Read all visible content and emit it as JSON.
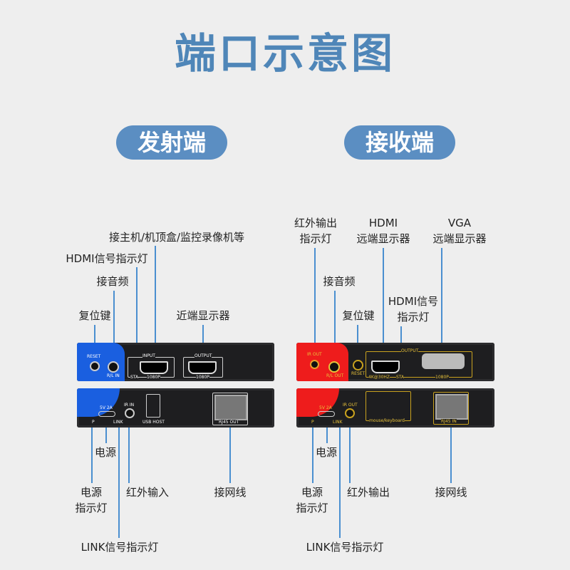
{
  "title": "端口示意图",
  "sections": {
    "tx": "发射端",
    "rx": "接收端"
  },
  "tx": {
    "labels": {
      "host": "接主机/机顶盒/监控录像机等",
      "hdmi_led": "HDMI信号指示灯",
      "audio": "接音频",
      "reset": "复位键",
      "near_display": "近端显示器",
      "power": "电源",
      "power_led_1": "电源",
      "power_led_2": "指示灯",
      "ir_in": "红外输入",
      "network": "接网线",
      "link_led": "LINK信号指示灯"
    },
    "panel": {
      "reset": "RESET",
      "audio": "R/L IN",
      "input": "INPUT",
      "sta": "STA",
      "res_in": "1080P",
      "output": "OUTPUT",
      "res_out": "1080P",
      "power_spec": "5V 2A",
      "p": "P",
      "link": "LINK",
      "ir": "IR IN",
      "usb": "USB HOST",
      "rj45": "RJ45 OUT"
    }
  },
  "rx": {
    "labels": {
      "ir_led_1": "红外输出",
      "ir_led_2": "指示灯",
      "hdmi_1": "HDMI",
      "hdmi_2": "远端显示器",
      "vga_1": "VGA",
      "vga_2": "远端显示器",
      "audio": "接音频",
      "reset": "复位键",
      "hdmi_led_1": "HDMI信号",
      "hdmi_led_2": "指示灯",
      "power": "电源",
      "power_led_1": "电源",
      "power_led_2": "指示灯",
      "ir_out": "红外输出",
      "network": "接网线",
      "link_led": "LINK信号指示灯"
    },
    "panel": {
      "ir_out": "IR OUT",
      "audio": "R/L OUT",
      "reset": "RESET",
      "output": "OUTPUT",
      "hdmi_res": "4K@30HZ",
      "sta": "STA",
      "vga_res": "1080P",
      "power_spec": "5V 2A",
      "p": "P",
      "link": "LINK",
      "ir": "IR OUT",
      "usb": "mouse/keyboard",
      "rj45": "RJ45 IN"
    }
  },
  "colors": {
    "accent": "#5b8ec2",
    "tx_side": "#1a5fe0",
    "rx_side": "#ee1c1c"
  }
}
